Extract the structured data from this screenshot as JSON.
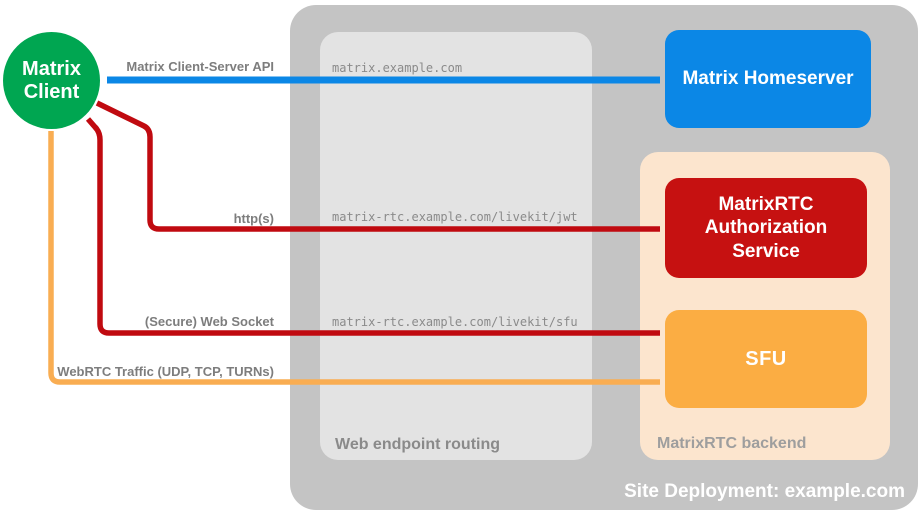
{
  "nodes": {
    "matrix_client": {
      "line1": "Matrix",
      "line2": "Client"
    },
    "matrix_homeserver": {
      "label": "Matrix Homeserver"
    },
    "matrixrtc_auth": {
      "label": "MatrixRTC Authorization Service"
    },
    "sfu": {
      "label": "SFU"
    }
  },
  "containers": {
    "site_deployment": {
      "label": "Site Deployment: example.com"
    },
    "web_endpoint_routing": {
      "label": "Web endpoint routing"
    },
    "matrixrtc_backend": {
      "label": "MatrixRTC backend"
    }
  },
  "endpoints": {
    "homeserver_host": "matrix.example.com",
    "auth_path": "matrix-rtc.example.com/livekit/jwt",
    "sfu_path": "matrix-rtc.example.com/livekit/sfu"
  },
  "connections": [
    {
      "label": "Matrix Client-Server API",
      "from": "Matrix Client",
      "to": "Matrix Homeserver",
      "color": "#0b87e6",
      "bidirectional": true
    },
    {
      "label": "http(s)",
      "from": "Matrix Client",
      "to": "MatrixRTC Authorization Service",
      "color": "#c00a10",
      "bidirectional": true
    },
    {
      "label": "(Secure) Web Socket",
      "from": "Matrix Client",
      "to": "SFU",
      "color": "#c00a10",
      "bidirectional": true
    },
    {
      "label": "WebRTC Traffic (UDP, TCP, TURNs)",
      "from": "Matrix Client",
      "to": "SFU",
      "color": "#f9ad52",
      "bidirectional": true
    }
  ],
  "colors": {
    "site_box": "#c4c4c4",
    "routing_box": "#e3e3e3",
    "backend_box": "#fce5ce",
    "homeserver_box": "#0b87e6",
    "auth_box": "#c61111",
    "sfu_box": "#fbad43",
    "client_circle": "#00a651",
    "arrow_blue": "#0b87e6",
    "arrow_red": "#c00a10",
    "arrow_orange": "#f9ad52",
    "label_gray": "#7d7d7d"
  }
}
